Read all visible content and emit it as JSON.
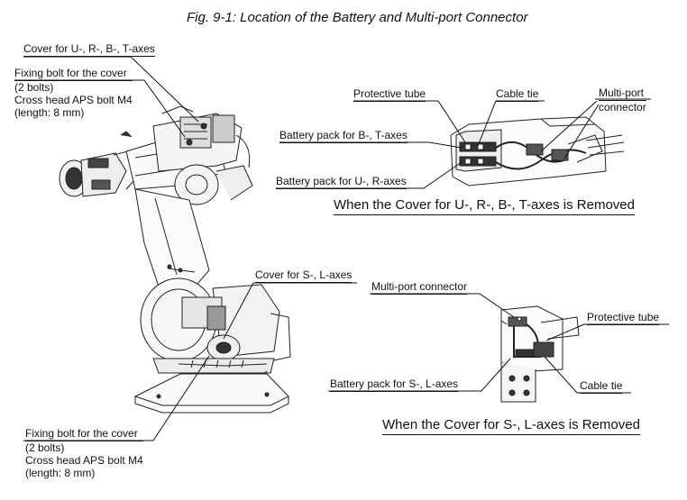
{
  "figure": {
    "title": "Fig. 9-1: Location of the Battery and Multi-port Connector"
  },
  "robot_labels": {
    "cover_ubt": "Cover for U-, R-, B-, T-axes",
    "fix_bolt_top": [
      "Fixing bolt for the cover",
      "(2 bolts)",
      "Cross head APS bolt M4",
      "(length: 8 mm)"
    ],
    "cover_sl": "Cover for S-, L-axes",
    "fix_bolt_bottom": [
      "Fixing bolt for the cover",
      "(2 bolts)",
      "Cross head APS bolt M4",
      "(length: 8 mm)"
    ]
  },
  "detail_upper": {
    "protective_tube": "Protective tube",
    "cable_tie": "Cable tie",
    "multiport": [
      "Multi-port",
      "connector"
    ],
    "battery_bt": "Battery pack for B-, T-axes",
    "battery_ur": "Battery pack for U-, R-axes",
    "caption": "When the Cover for U-, R-, B-, T-axes is Removed"
  },
  "detail_lower": {
    "multiport": "Multi-port connector",
    "protective_tube": "Protective tube",
    "battery_sl": "Battery pack for S-, L-axes",
    "cable_tie": "Cable tie",
    "caption": "When the Cover for S-, L-axes is Removed"
  }
}
